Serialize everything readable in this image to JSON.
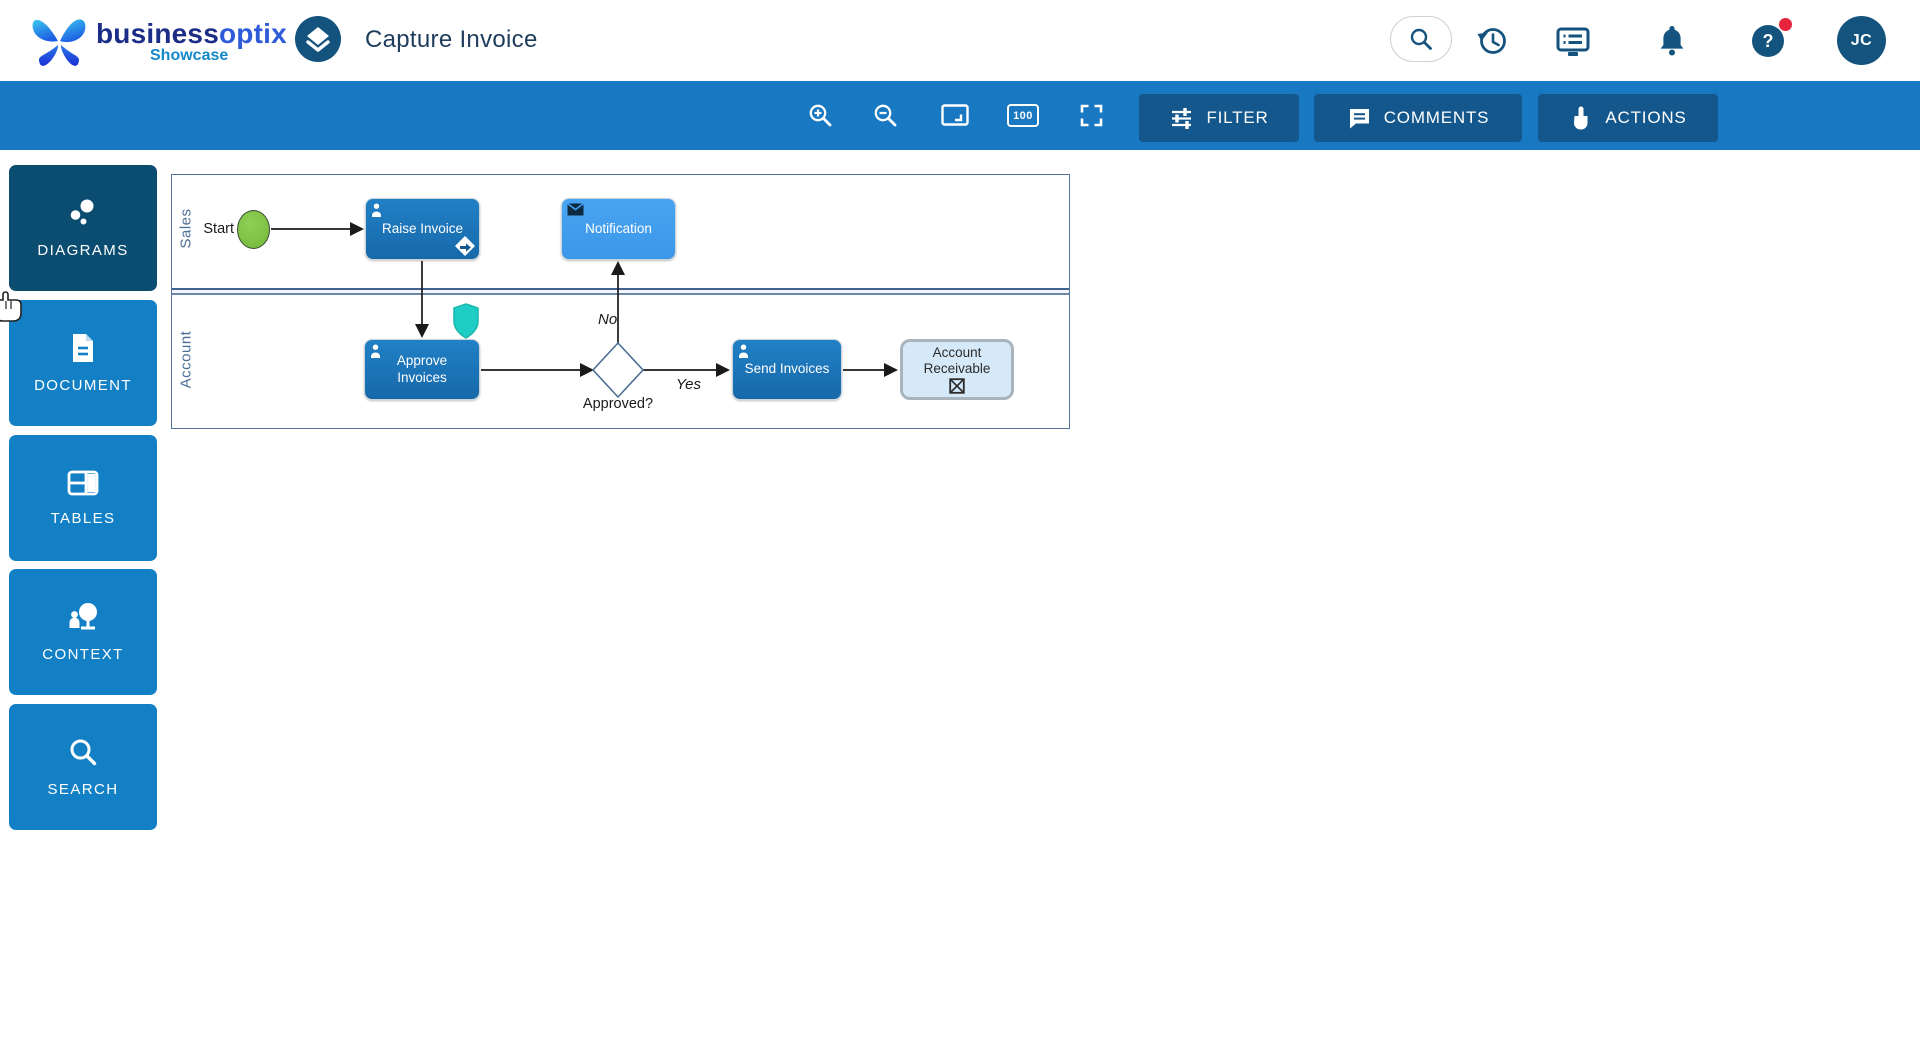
{
  "header": {
    "brand_part1": "business",
    "brand_part2": "optix",
    "brand_sub": "Showcase",
    "page_title": "Capture Invoice",
    "avatar_initials": "JC",
    "help_glyph": "?"
  },
  "toolbar": {
    "zoom_label": "100",
    "filter_label": "FILTER",
    "comments_label": "COMMENTS",
    "actions_label": "ACTIONS"
  },
  "sidebar": {
    "items": [
      {
        "label": "DIAGRAMS",
        "icon": "diagrams-icon",
        "active": true
      },
      {
        "label": "DOCUMENT",
        "icon": "document-icon",
        "active": false
      },
      {
        "label": "TABLES",
        "icon": "tables-icon",
        "active": false
      },
      {
        "label": "CONTEXT",
        "icon": "context-icon",
        "active": false
      },
      {
        "label": "SEARCH",
        "icon": "search-icon",
        "active": false
      }
    ]
  },
  "diagram": {
    "lanes": [
      {
        "label": "Sales"
      },
      {
        "label": "Account"
      }
    ],
    "nodes": {
      "start_label": "Start",
      "raise_invoice": "Raise Invoice",
      "notification": "Notification",
      "approve_invoices": "Approve Invoices",
      "gateway_label": "Approved?",
      "send_invoices": "Send Invoices",
      "account_receivable": "Account Receivable"
    },
    "edge_labels": {
      "no": "No",
      "yes": "Yes"
    }
  },
  "icons": {
    "header": [
      "search-icon",
      "history-icon",
      "display-list-icon",
      "bell-icon",
      "help-icon",
      "avatar"
    ],
    "toolbar": [
      "zoom-in-icon",
      "zoom-out-icon",
      "fit-screen-icon",
      "zoom-100-icon",
      "fullscreen-icon",
      "filter-icon",
      "comments-icon",
      "actions-icon"
    ],
    "diagram": [
      "user-icon",
      "envelope-icon",
      "link-marker-icon",
      "shield-icon",
      "x-box-marker-icon"
    ]
  },
  "colors": {
    "toolbar_blue": "#1878c2",
    "toolbar_button_blue": "#14578c",
    "tile_blue": "#1380c5",
    "tile_active_navy": "#0b4d70",
    "task_blue": "#1b76ba",
    "notification_blue": "#42a0f0",
    "start_green": "#7cc142",
    "shield_teal": "#1ecec4",
    "receivable_fill": "#d6e9f8",
    "header_icon_navy": "#14537d",
    "alert_red": "#e8233d",
    "lane_border": "#52749b"
  }
}
